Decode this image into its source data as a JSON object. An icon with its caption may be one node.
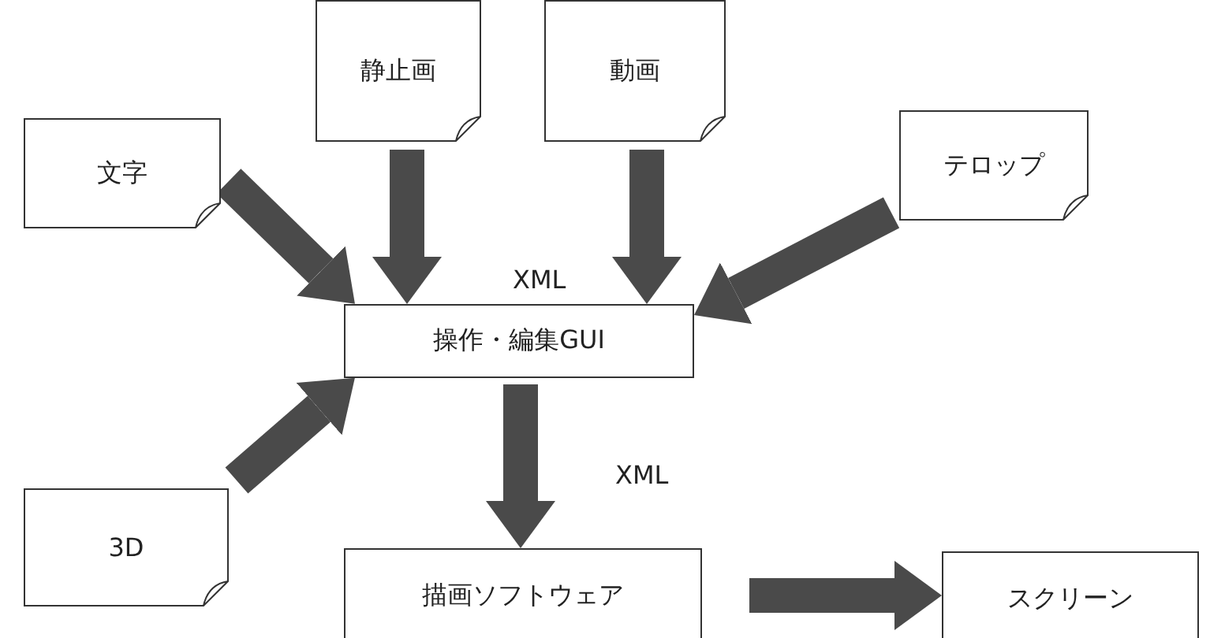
{
  "diagram": {
    "nodes": [
      {
        "text": [
          "文字"
        ]
      },
      {
        "text": [
          "静止画"
        ]
      },
      {
        "text": [
          "動画"
        ]
      },
      {
        "text": [
          "テロップ"
        ]
      },
      {
        "text": [
          "操作・編集GUI"
        ]
      },
      {
        "text": [
          "3D"
        ]
      },
      {
        "text": [
          "描画ソフトウェア"
        ]
      },
      {
        "text": [
          "スクリーン"
        ]
      }
    ],
    "edges": [
      {
        "from": 0,
        "to": 4,
        "arrow": "to"
      },
      {
        "from": 1,
        "to": 4,
        "arrow": "to"
      },
      {
        "from": 2,
        "to": 4,
        "arrow": "to"
      },
      {
        "from": 3,
        "to": 4,
        "arrow": "to"
      },
      {
        "from": 5,
        "to": 4,
        "arrow": "to"
      },
      {
        "from": 4,
        "to": 6,
        "arrow": "to"
      },
      {
        "from": 6,
        "to": 7,
        "arrow": "to"
      }
    ],
    "labels": [
      "XML",
      "XML"
    ]
  }
}
